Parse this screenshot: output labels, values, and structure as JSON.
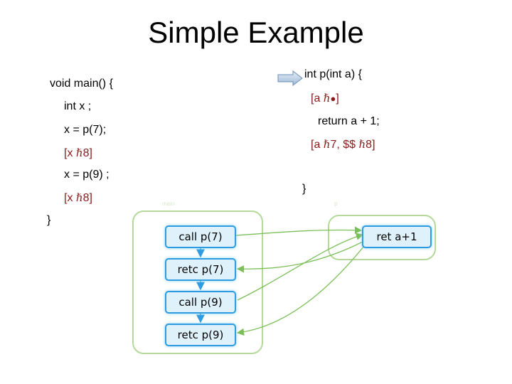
{
  "title": "Simple Example",
  "main_code": {
    "header": "void main() {",
    "decl": "int x ;",
    "call1": "x = p(7);",
    "fact1": {
      "var": "[x ",
      "glyph": "ℏ",
      "val": "8]"
    },
    "call2": "x = p(9) ;",
    "fact2": {
      "var": "[x ",
      "glyph": "ℏ",
      "val": "8]"
    },
    "close": "}"
  },
  "p_code": {
    "header": "int p(int a) {",
    "fact_entry": {
      "var": "[a ",
      "glyph": "ℏ",
      "val": "",
      "bullet": "●",
      "end": "]"
    },
    "ret": "return a + 1;",
    "fact_exit": {
      "var": "[a ",
      "glyph1": "ℏ",
      "val1": "7, $$ ",
      "glyph2": "ℏ",
      "val2": "8]"
    },
    "close": "}"
  },
  "graph": {
    "main_label": "main",
    "p_label": "p",
    "nodes": [
      "call p(7)",
      "retc p(7)",
      "call p(9)",
      "retc p(9)"
    ],
    "p_node": "ret a+1"
  },
  "colors": {
    "node_border": "#2f9be0",
    "node_fill": "#dff1fb",
    "panel_border": "#b4d99a",
    "intra_edge": "#2f9be0",
    "inter_edge": "#7cbf5a",
    "fact_text": "#8b1a1a"
  },
  "icons": {
    "pointer": "right-arrow-icon"
  }
}
